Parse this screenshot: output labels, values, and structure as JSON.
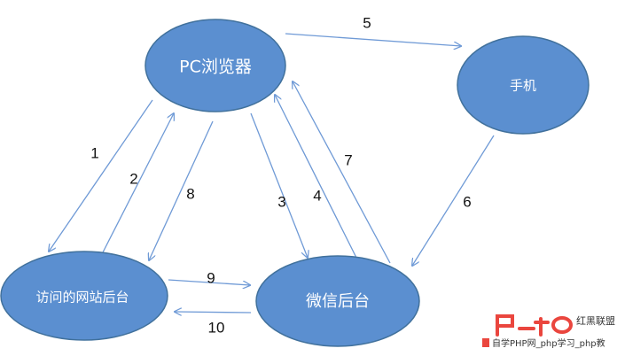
{
  "colors": {
    "node_fill": "#5b8fd0",
    "node_stroke": "#41719c",
    "edge": "#6f9ad6",
    "label": "#111111",
    "watermark_red": "#e8332a"
  },
  "nodes": {
    "pc_browser": {
      "label": "PC浏览器"
    },
    "phone": {
      "label": "手机"
    },
    "site_backend": {
      "label": "访问的网站后台"
    },
    "wechat_backend": {
      "label": "微信后台"
    }
  },
  "edges": [
    {
      "id": "1",
      "label": "1",
      "from": "pc_browser",
      "to": "site_backend"
    },
    {
      "id": "2",
      "label": "2",
      "from": "site_backend",
      "to": "pc_browser"
    },
    {
      "id": "3",
      "label": "3",
      "from": "pc_browser",
      "to": "wechat_backend"
    },
    {
      "id": "4",
      "label": "4",
      "from": "wechat_backend",
      "to": "pc_browser"
    },
    {
      "id": "5",
      "label": "5",
      "from": "pc_browser",
      "to": "phone"
    },
    {
      "id": "6",
      "label": "6",
      "from": "phone",
      "to": "wechat_backend"
    },
    {
      "id": "7",
      "label": "7",
      "from": "wechat_backend",
      "to": "pc_browser"
    },
    {
      "id": "8",
      "label": "8",
      "from": "pc_browser",
      "to": "site_backend"
    },
    {
      "id": "9",
      "label": "9",
      "from": "site_backend",
      "to": "wechat_backend"
    },
    {
      "id": "10",
      "label": "10",
      "from": "wechat_backend",
      "to": "site_backend"
    }
  ],
  "watermark": {
    "logo_text": "红黑联盟",
    "caption": "自学PHP网_php学习_php教"
  }
}
